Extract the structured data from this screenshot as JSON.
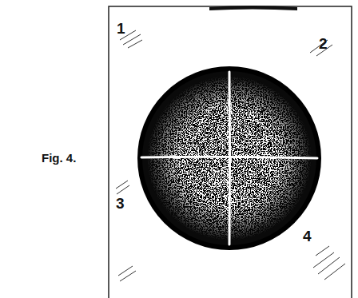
{
  "diagram": {
    "caption": "Fig. 4.",
    "labels": [
      "1",
      "2",
      "3",
      "4"
    ]
  }
}
